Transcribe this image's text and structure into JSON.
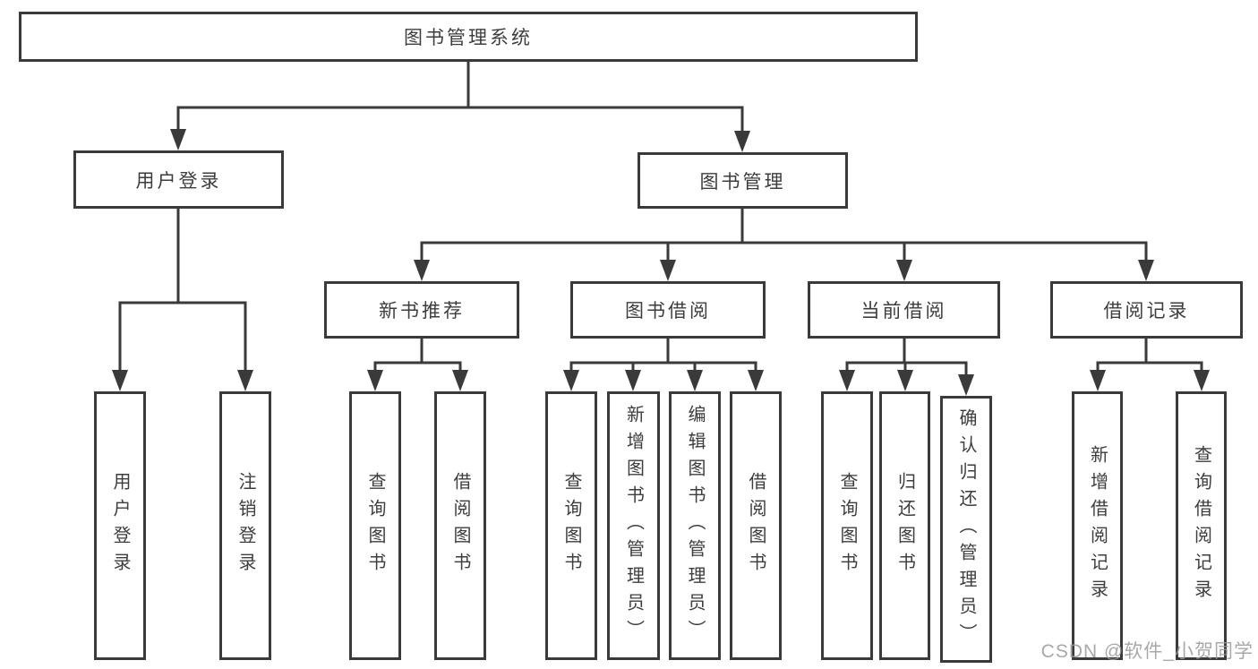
{
  "diagram": {
    "root": {
      "label": "图书管理系统"
    },
    "branches": [
      {
        "label": "用户登录",
        "children": [
          {
            "label": "用户登录"
          },
          {
            "label": "注销登录"
          }
        ]
      },
      {
        "label": "图书管理",
        "children": [
          {
            "label": "新书推荐",
            "children": [
              {
                "label": "查询图书"
              },
              {
                "label": "借阅图书"
              }
            ]
          },
          {
            "label": "图书借阅",
            "children": [
              {
                "label": "查询图书"
              },
              {
                "label": "新增图书（管理员）"
              },
              {
                "label": "编辑图书（管理员）"
              },
              {
                "label": "借阅图书"
              }
            ]
          },
          {
            "label": "当前借阅",
            "children": [
              {
                "label": "查询图书"
              },
              {
                "label": "归还图书"
              },
              {
                "label": "确认归还（管理员）"
              }
            ]
          },
          {
            "label": "借阅记录",
            "children": [
              {
                "label": "新增借阅记录"
              },
              {
                "label": "查询借阅记录"
              }
            ]
          }
        ]
      }
    ]
  },
  "watermark": {
    "text": "CSDN @软件_小贺同学"
  },
  "colors": {
    "line": "#3a3a3a",
    "text": "#3d3d3d",
    "watermark": "#9a9a9a",
    "background": "#ffffff"
  }
}
